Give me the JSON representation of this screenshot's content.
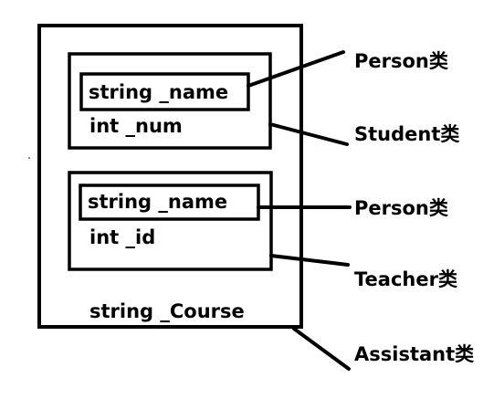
{
  "diagram": {
    "assistant_class": {
      "label": "Assistant类",
      "field": "string _Course"
    },
    "student_class": {
      "label": "Student类",
      "field": "int _num",
      "base": {
        "label": "Person类",
        "field": "string _name"
      }
    },
    "teacher_class": {
      "label": "Teacher类",
      "field": "int _id",
      "base": {
        "label": "Person类",
        "field": "string _name"
      }
    }
  }
}
